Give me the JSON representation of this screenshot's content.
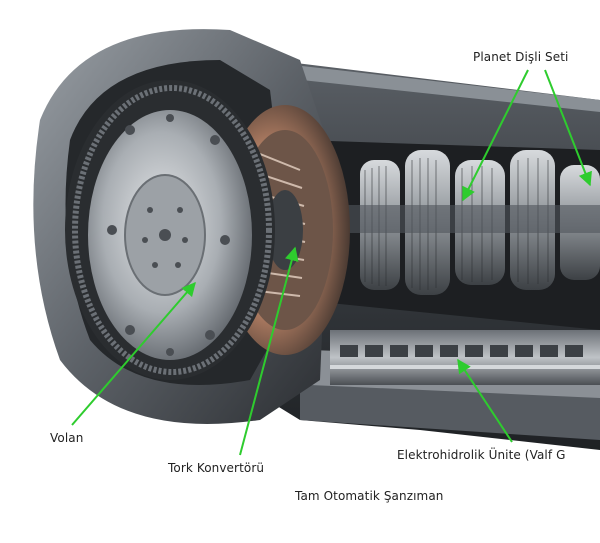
{
  "labels": {
    "planet": "Planet Dişli Seti",
    "volan": "Volan",
    "tork": "Tork Konvertörü",
    "elektro": "Elektrohidrolik Ünite (Valf G",
    "caption": "Tam Otomatik Şanzıman"
  },
  "colors": {
    "arrow": "#2ecc2e",
    "metal_dark": "#2f3236",
    "metal_mid": "#777d84",
    "metal_light": "#c8ccd0",
    "copper": "#b0785a"
  }
}
